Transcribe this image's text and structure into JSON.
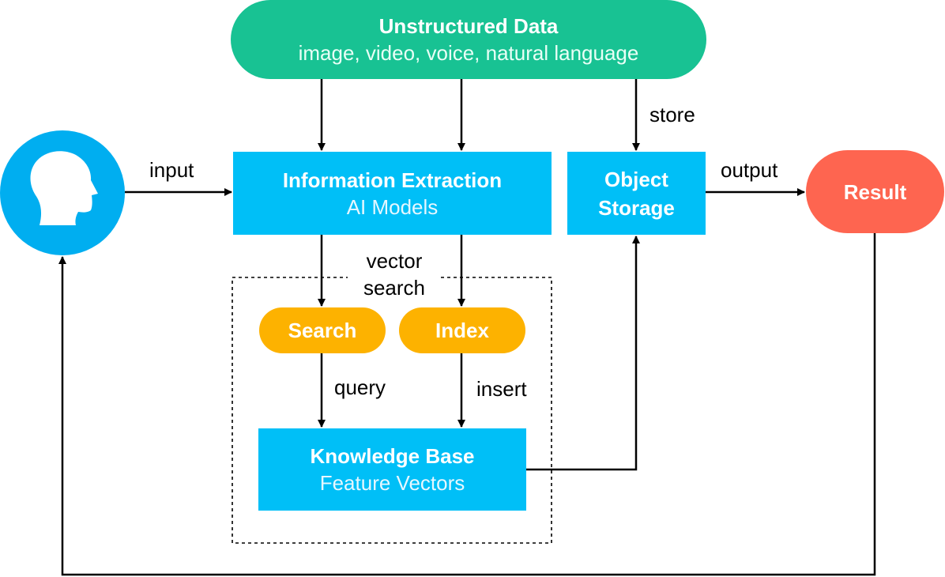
{
  "nodes": {
    "unstructured": {
      "title": "Unstructured Data",
      "subtitle": "image, video, voice, natural language"
    },
    "extraction": {
      "title": "Information Extraction",
      "subtitle": "AI Models"
    },
    "storage": {
      "title_line1": "Object",
      "title_line2": "Storage"
    },
    "result": {
      "title": "Result"
    },
    "search": {
      "title": "Search"
    },
    "index": {
      "title": "Index"
    },
    "knowledge": {
      "title": "Knowledge Base",
      "subtitle": "Feature Vectors"
    },
    "user": {
      "icon": "user-head-icon"
    }
  },
  "edge_labels": {
    "input": "input",
    "store": "store",
    "output": "output",
    "vector_search_line1": "vector",
    "vector_search_line2": "search",
    "query": "query",
    "insert": "insert"
  },
  "colors": {
    "green": "#18c293",
    "blue": "#00bff7",
    "user_blue": "#00aef0",
    "red": "#fe6550",
    "orange": "#fdb200",
    "edge": "#000000"
  }
}
